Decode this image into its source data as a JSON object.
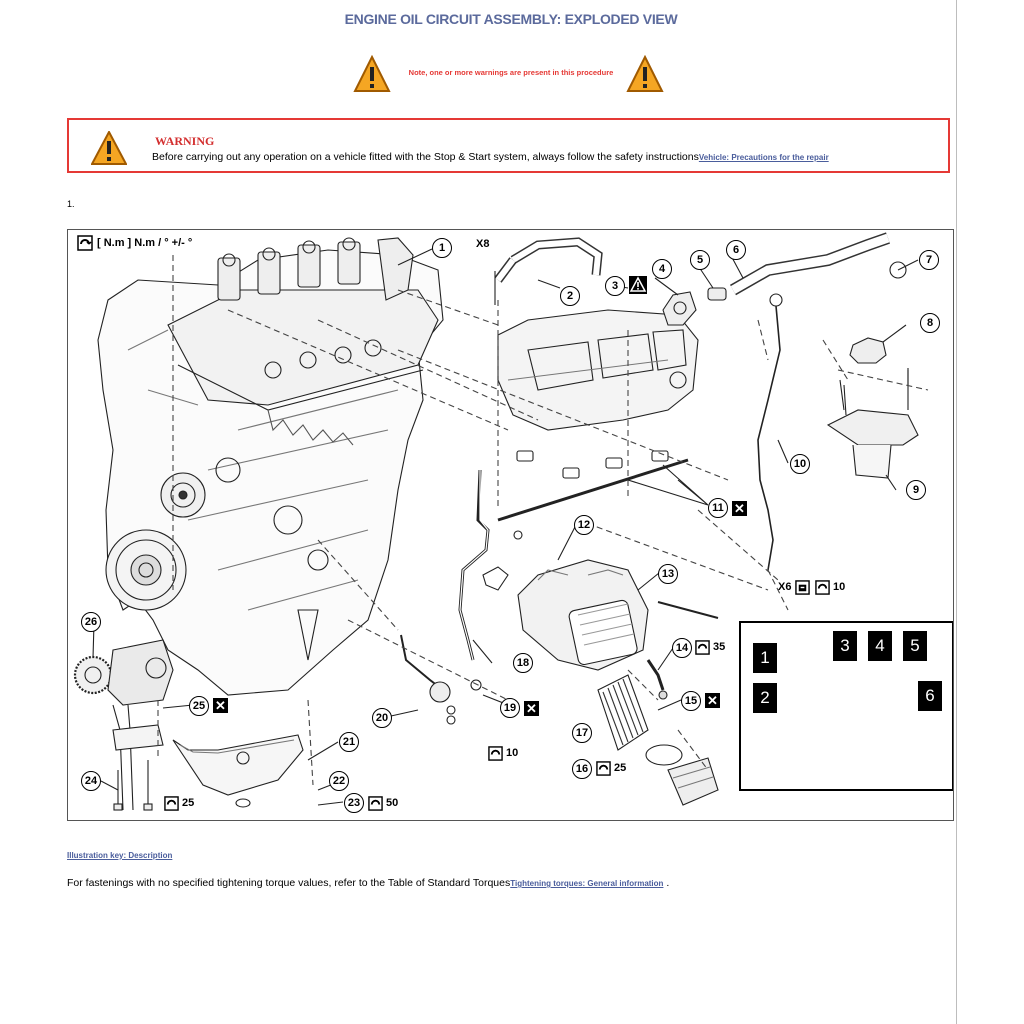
{
  "page": {
    "title": "ENGINE OIL CIRCUIT ASSEMBLY: EXPLODED VIEW",
    "note": "Note, one or more warnings are present in this procedure",
    "warning": {
      "heading": "WARNING",
      "text": "Before carrying out any operation on a vehicle fitted with the Stop & Start system, always follow the safety instructions",
      "link": "Vehicle: Precautions for the repair"
    },
    "step_number": "1.",
    "legend_link": "Illustration key: Description",
    "footer": {
      "text": "For fastenings with no specified tightening torque values, refer to the Table of Standard Torques",
      "link": "Tightening torques: General information",
      "end": "."
    }
  },
  "figure": {
    "legend_label": "[ N.m ] N.m / ° +/- °",
    "callouts": [
      {
        "id": "c1",
        "label": "1"
      },
      {
        "id": "c2",
        "label": "2"
      },
      {
        "id": "c3",
        "label": "3"
      },
      {
        "id": "c4",
        "label": "4"
      },
      {
        "id": "c5",
        "label": "5"
      },
      {
        "id": "c6",
        "label": "6"
      },
      {
        "id": "c7",
        "label": "7"
      },
      {
        "id": "c8",
        "label": "8"
      },
      {
        "id": "c9",
        "label": "9"
      },
      {
        "id": "c10",
        "label": "10"
      },
      {
        "id": "c11",
        "label": "11"
      },
      {
        "id": "c12",
        "label": "12"
      },
      {
        "id": "c13",
        "label": "13"
      },
      {
        "id": "c14",
        "label": "14"
      },
      {
        "id": "c15",
        "label": "15"
      },
      {
        "id": "c16",
        "label": "16"
      },
      {
        "id": "c17",
        "label": "17"
      },
      {
        "id": "c18",
        "label": "18"
      },
      {
        "id": "c19",
        "label": "19"
      },
      {
        "id": "c20",
        "label": "20"
      },
      {
        "id": "c21",
        "label": "21"
      },
      {
        "id": "c22",
        "label": "22"
      },
      {
        "id": "c23",
        "label": "23"
      },
      {
        "id": "c24",
        "label": "24"
      },
      {
        "id": "c25",
        "label": "25"
      },
      {
        "id": "c26",
        "label": "26"
      }
    ],
    "texts": {
      "x8": "X8",
      "x6": "X6",
      "torque_35": "35",
      "torque_25a": "25",
      "torque_25b": "25",
      "torque_50": "50",
      "torque_10a": "10",
      "torque_10b": "10",
      "x_symbol": "✕"
    },
    "inset": {
      "numbers": [
        "1",
        "2",
        "3",
        "4",
        "5",
        "6"
      ]
    }
  },
  "colors": {
    "title": "#5b6a9c",
    "warning_red": "#e53935",
    "warning_icon_fill": "#f5a623",
    "link": "#4a5d9c"
  },
  "icons": [
    "warning-triangle-icon",
    "torque-wrench-icon",
    "replace-part-icon",
    "tightening-order-icon"
  ]
}
